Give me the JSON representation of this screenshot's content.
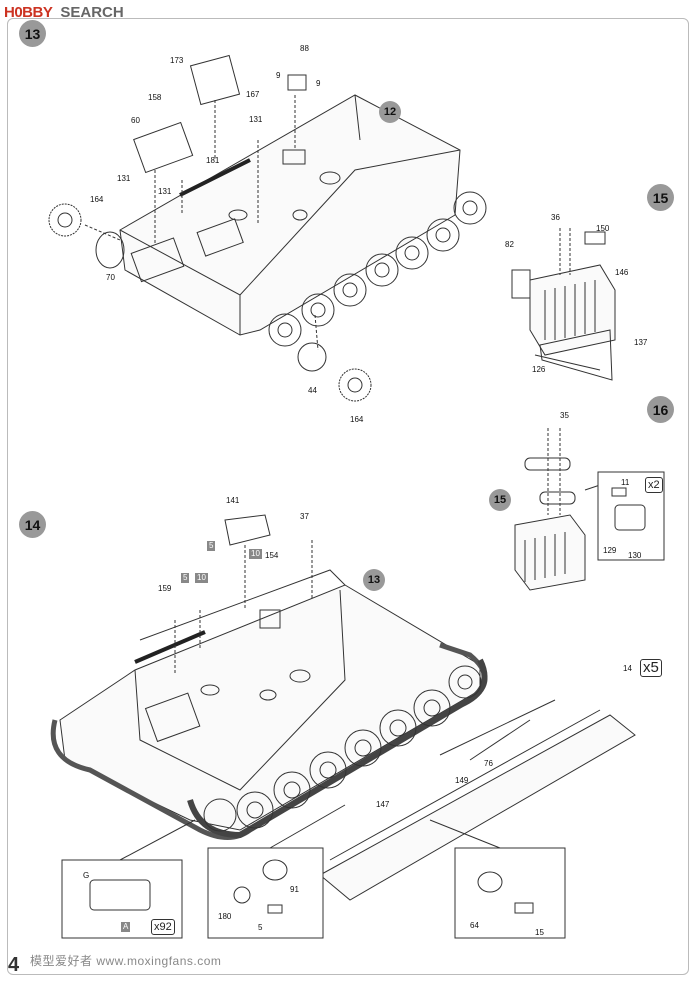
{
  "header": {
    "logo_mark": "H0BBY",
    "logo_text": "SEARCH"
  },
  "steps": {
    "s13": "13",
    "s12": "12",
    "s15": "15",
    "s16": "16",
    "s14": "14",
    "s15b": "15",
    "s13b": "13"
  },
  "callouts_step13": {
    "p173": "173",
    "p88": "88",
    "p9a": "9",
    "p9b": "9",
    "p158": "158",
    "p167": "167",
    "p60": "60",
    "p131a": "131",
    "p181": "181",
    "p131b": "131",
    "p131c": "131",
    "p164a": "164",
    "p70": "70",
    "p44": "44",
    "p164b": "164"
  },
  "callouts_step15": {
    "p36": "36",
    "p150": "150",
    "p82": "82",
    "p146": "146",
    "p137": "137",
    "p126": "126"
  },
  "callouts_step16": {
    "p35": "35",
    "p11": "11",
    "p129": "129",
    "p130": "130",
    "mult": "x2"
  },
  "callouts_step14": {
    "p141": "141",
    "p37": "37",
    "p154": "154",
    "p159": "159",
    "p14": "14",
    "p76": "76",
    "p149": "149",
    "p147": "147",
    "p91": "91",
    "p180": "180",
    "p5": "5",
    "p64": "64",
    "p15": "15",
    "g": "G",
    "a": "A",
    "box5a": "5",
    "box10a": "10",
    "box5b": "5",
    "box10b": "10",
    "mult5": "x5",
    "mult92": "x92"
  },
  "footer": {
    "page_number": "4",
    "watermark": "模型爱好者 www.moxingfans.com"
  }
}
